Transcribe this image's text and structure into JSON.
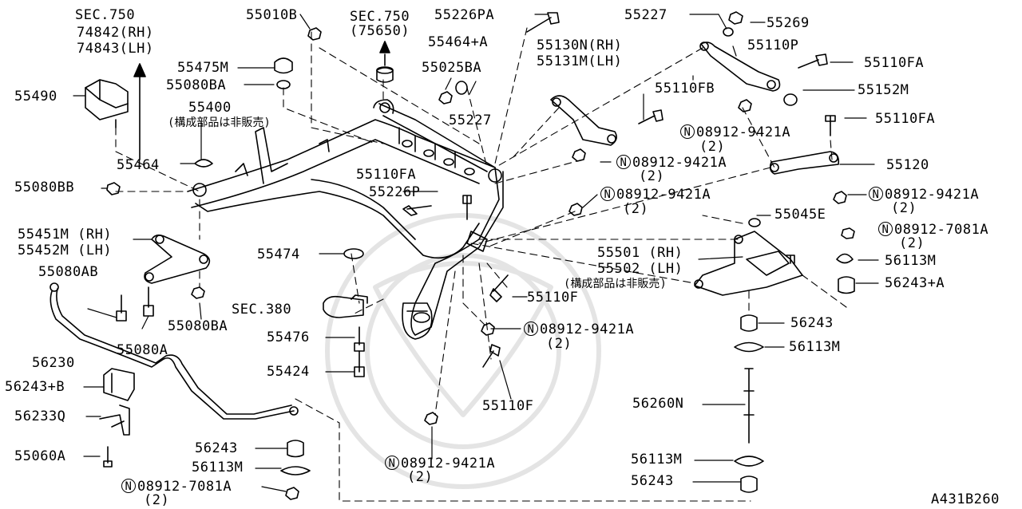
{
  "labels": {
    "sec750_top": "SEC.750",
    "rh_74842": "74842(RH)",
    "lh_74843": "74843(LH)",
    "sec750_b": "SEC.750",
    "sec750_b2": "(75650)",
    "p55010B": "55010B",
    "p55226PA": "55226PA",
    "p55227a": "55227",
    "p55269": "55269",
    "p55464A": "55464+A",
    "p55025BA": "55025BA",
    "p55130N": "55130N(RH)",
    "p55131M": "55131M(LH)",
    "p55110P": "55110P",
    "p55110FA_a": "55110FA",
    "p55152M": "55152M",
    "p55475M": "55475M",
    "p55080BA_a": "55080BA",
    "p55490": "55490",
    "p55400": "55400",
    "note_400": "(構成部品は非販売)",
    "p55227b": "55227",
    "p55110FB": "55110FB",
    "p55110FA_b": "55110FA",
    "n_08912_a": "08912-9421A",
    "n_08912_a_q": "(2)",
    "p55464": "55464",
    "n_08912_b": "08912-9421A",
    "n_08912_b_q": "(2)",
    "p55110FA_c": "55110FA",
    "p55120": "55120",
    "p55080BB": "55080BB",
    "p55226P": "55226P",
    "n_08912_c": "08912-9421A",
    "n_08912_c_q": "(2)",
    "n_08912_d": "08912-9421A",
    "n_08912_d_q": "(2)",
    "p55045E": "55045E",
    "p55451M": "55451M (RH)",
    "p55452M": "55452M (LH)",
    "n_08912_7081_a": "08912-7081A",
    "n_08912_7081_a_q": "(2)",
    "p55474": "55474",
    "p55501": "55501 (RH)",
    "p55502": "55502 (LH)",
    "note_501": "(構成部品は非販売)",
    "p56113M_a": "56113M",
    "p55080AB": "55080AB",
    "p56243A": "56243+A",
    "sec380": "SEC.380",
    "p55110F_a": "55110F",
    "p55080BA_b": "55080BA",
    "p55476": "55476",
    "n_08912_e": "08912-9421A",
    "n_08912_e_q": "(2)",
    "p55080A": "55080A",
    "p56243_a": "56243",
    "p56113M_b": "56113M",
    "p56230": "56230",
    "p55424": "55424",
    "p56243B": "56243+B",
    "p55110F_b": "55110F",
    "p56233Q": "56233Q",
    "p56260N": "56260N",
    "p55060A": "55060A",
    "p56243_b": "56243",
    "p56113M_c": "56113M",
    "n_08912_f": "08912-9421A",
    "n_08912_f_q": "(2)",
    "n_08912_7081_b": "08912-7081A",
    "n_08912_7081_b_q": "(2)",
    "p56113M_d": "56113M",
    "p56243_c": "56243",
    "diagram_id": "A431B260",
    "n_symbol": "N"
  }
}
